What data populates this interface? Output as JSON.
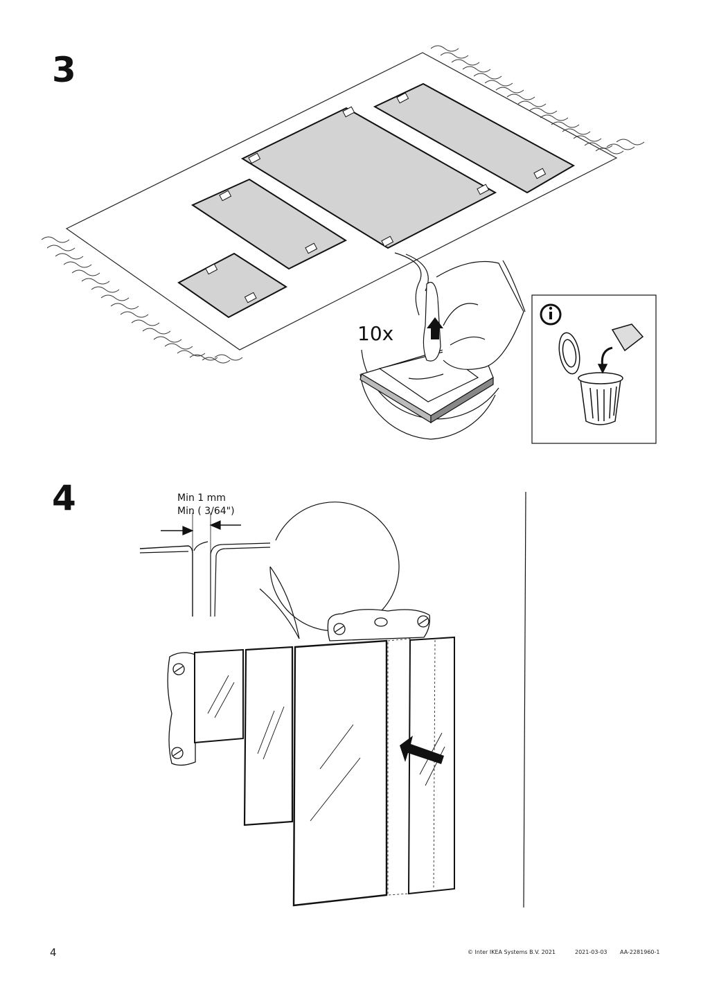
{
  "steps": {
    "step3": {
      "number": "3",
      "quantity_label": "10x"
    },
    "step4": {
      "number": "4",
      "gap_metric": "Min 1 mm",
      "gap_imperial": "Min ( 3/64\")"
    }
  },
  "info_box": {
    "icon": "info-icon",
    "trash_icon": "trash-can-icon"
  },
  "footer": {
    "page_number": "4",
    "copyright": "© Inter IKEA Systems B.V. 2021",
    "date": "2021-03-03",
    "doc_code": "AA-2281960-1"
  },
  "colors": {
    "panel_fill": "#d3d3d3",
    "line": "#111111"
  }
}
